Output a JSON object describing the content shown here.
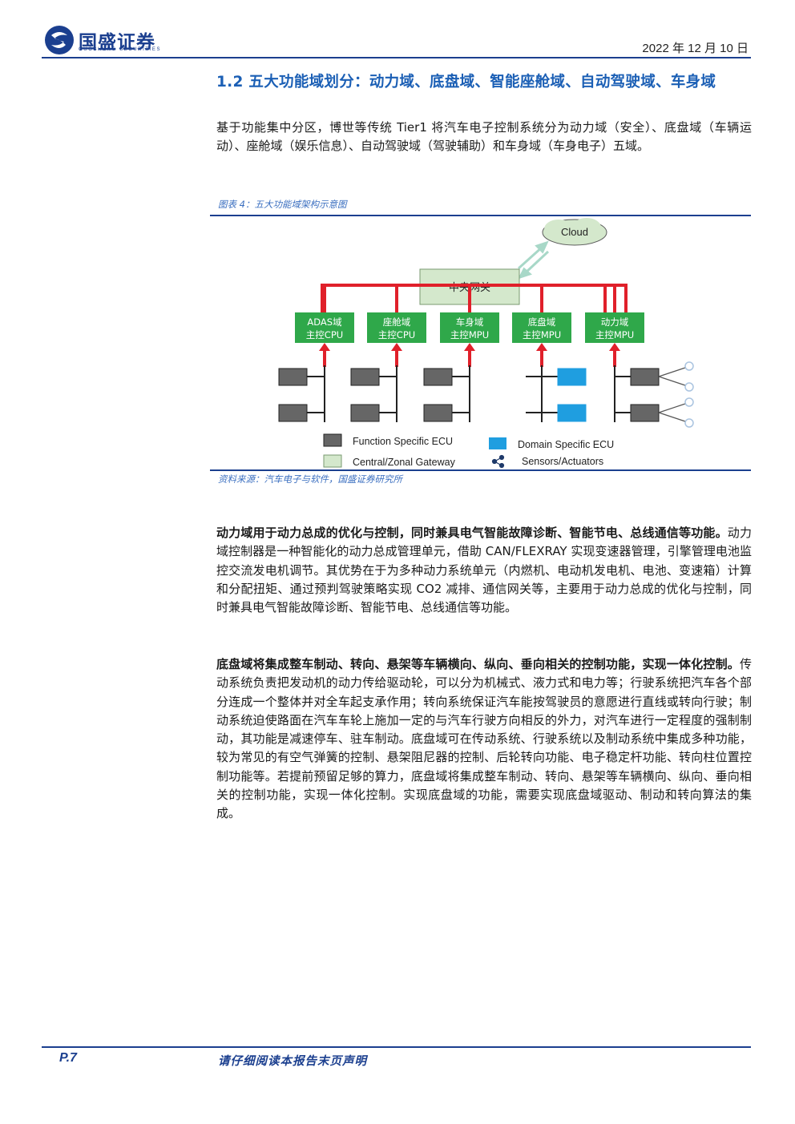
{
  "header": {
    "logo_cn": "国盛证券",
    "logo_en": "GUOSHENG SECURITIES",
    "date": "2022 年 12 月 10 日"
  },
  "section_title": "1.2 五大功能域划分：动力域、底盘域、智能座舱域、自动驾驶域、车身域",
  "intro": "基于功能集中分区，博世等传统 Tier1 将汽车电子控制系统分为动力域（安全）、底盘域（车辆运动）、座舱域（娱乐信息）、自动驾驶域（驾驶辅助）和车身域（车身电子）五域。",
  "figure": {
    "caption": "图表 4：五大功能域架构示意图",
    "source": "资料来源：汽车电子与软件，国盛证券研究所",
    "cloud": "Cloud",
    "gateway": "中央网关",
    "domains": [
      {
        "line1": "ADAS域",
        "line2": "主控CPU"
      },
      {
        "line1": "座舱域",
        "line2": "主控CPU"
      },
      {
        "line1": "车身域",
        "line2": "主控MPU"
      },
      {
        "line1": "底盘域",
        "line2": "主控MPU"
      },
      {
        "line1": "动力域",
        "line2": "主控MPU"
      }
    ],
    "legend": {
      "function_ecu": "Function Specific ECU",
      "gateway": "Central/Zonal Gateway",
      "domain_ecu": "Domain Specific ECU",
      "sensors": "Sensors/Actuators"
    },
    "colors": {
      "domain_box": "#2fa84a",
      "gateway_box": "#d4e8cc",
      "bus": "#e0202a",
      "function_ecu": "#666666",
      "domain_ecu": "#1f9ee0",
      "sensor": "#aac4e0"
    }
  },
  "para1": {
    "bold": "动力域用于动力总成的优化与控制，同时兼具电气智能故障诊断、智能节电、总线通信等功能。",
    "text": "动力域控制器是一种智能化的动力总成管理单元，借助 CAN/FLEXRAY 实现变速器管理，引擎管理电池监控交流发电机调节。其优势在于为多种动力系统单元（内燃机、电动机发电机、电池、变速箱）计算和分配扭矩、通过预判驾驶策略实现 CO2 减排、通信网关等，主要用于动力总成的优化与控制，同时兼具电气智能故障诊断、智能节电、总线通信等功能。"
  },
  "para2": {
    "bold": "底盘域将集成整车制动、转向、悬架等车辆横向、纵向、垂向相关的控制功能，实现一体化控制。",
    "text": "传动系统负责把发动机的动力传给驱动轮，可以分为机械式、液力式和电力等；行驶系统把汽车各个部分连成一个整体并对全车起支承作用；转向系统保证汽车能按驾驶员的意愿进行直线或转向行驶；制动系统迫使路面在汽车车轮上施加一定的与汽车行驶方向相反的外力，对汽车进行一定程度的强制制动，其功能是减速停车、驻车制动。底盘域可在传动系统、行驶系统以及制动系统中集成多种功能，较为常见的有空气弹簧的控制、悬架阻尼器的控制、后轮转向功能、电子稳定杆功能、转向柱位置控制功能等。若提前预留足够的算力，底盘域将集成整车制动、转向、悬架等车辆横向、纵向、垂向相关的控制功能，实现一体化控制。实现底盘域的功能，需要实现底盘域驱动、制动和转向算法的集成。"
  },
  "footer": {
    "page": "P.7",
    "disclaimer": "请仔细阅读本报告末页声明"
  }
}
